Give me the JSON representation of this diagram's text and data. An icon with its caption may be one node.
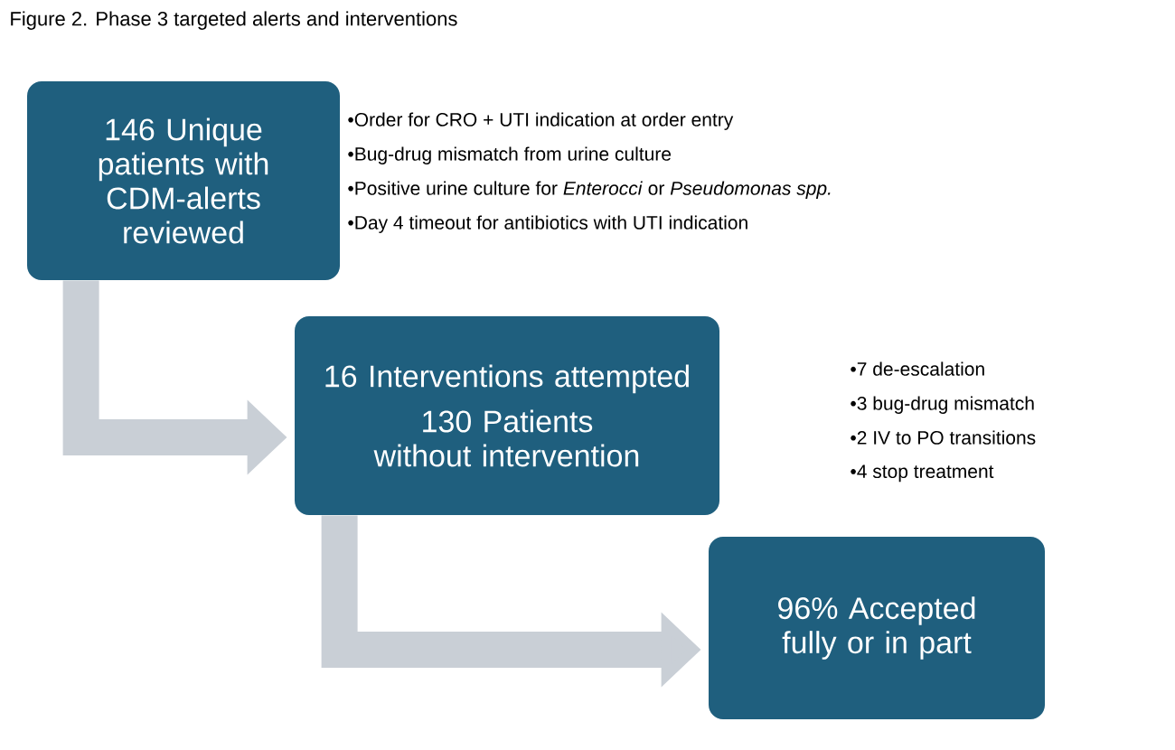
{
  "diagram": {
    "title": "Figure 2. Phase 3 targeted alerts and interventions",
    "nodes": [
      {
        "text": [
          "146 Unique patients with CDM-alerts reviewed"
        ],
        "beside": [
          "•Order for CRO + UTI indication at order entry",
          "•Bug-drug mismatch from urine culture",
          "•Positive urine culture for *Enterocci* or *Pseudomonas spp.*",
          "•Day 4 timeout for antibiotics with UTI indication"
        ]
      },
      {
        "text": [
          "16 Interventions attempted",
          "130 Patients without intervention"
        ],
        "beside": [
          "•7 de-escalation",
          "•3 bug-drug mismatch",
          "•2 IV to PO transitions",
          "•4 stop treatment"
        ]
      },
      {
        "text": [
          "96% Accepted fully or in part"
        ]
      }
    ],
    "edges": [
      {
        "from": 0,
        "to": 1,
        "arrow": "to"
      },
      {
        "from": 1,
        "to": 2,
        "arrow": "to"
      }
    ]
  }
}
